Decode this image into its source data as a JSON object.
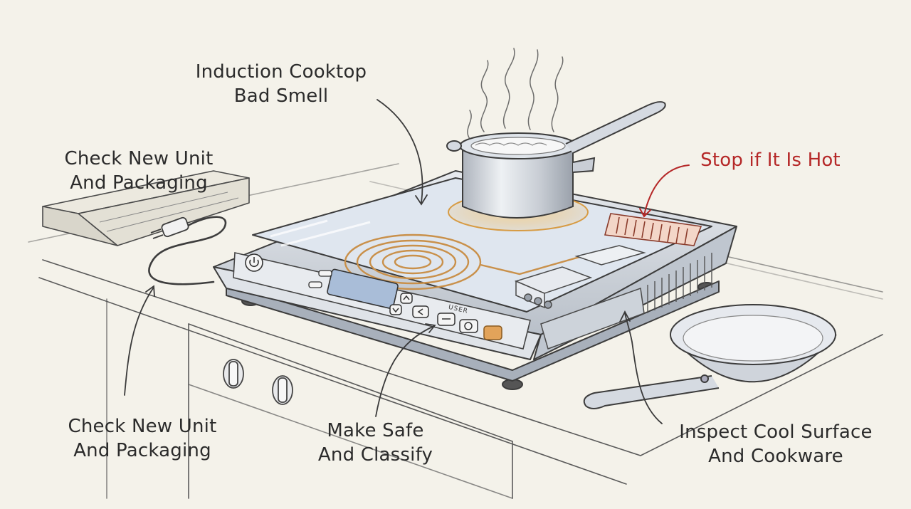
{
  "labels": {
    "title": {
      "line1": "Induction Cooktop",
      "line2": "Bad Smell"
    },
    "check_top": {
      "line1": "Check New Unit",
      "line2": "And Packaging"
    },
    "stop_hot": {
      "line1": "Stop if It Is Hot"
    },
    "check_bottom": {
      "line1": "Check New Unit",
      "line2": "And Packaging"
    },
    "make_safe": {
      "line1": "Make Safe",
      "line2": "And Classify"
    },
    "inspect": {
      "line1": "Inspect Cool Surface",
      "line2": "And Cookware"
    }
  },
  "panel": {
    "user_text": "USER"
  },
  "colors": {
    "ink": "#3b3b3b",
    "warning": "#b52828",
    "coil": "#c9904a",
    "glow": "#e9b96a",
    "glass": "#dfe6ef",
    "metal": "#c9ced6",
    "paper": "#f4f2ea"
  },
  "icons": [
    "power-icon",
    "up-arrow-icon",
    "down-arrow-icon",
    "back-icon",
    "minus-icon",
    "timer-icon",
    "start-button-icon",
    "steam-icon"
  ]
}
